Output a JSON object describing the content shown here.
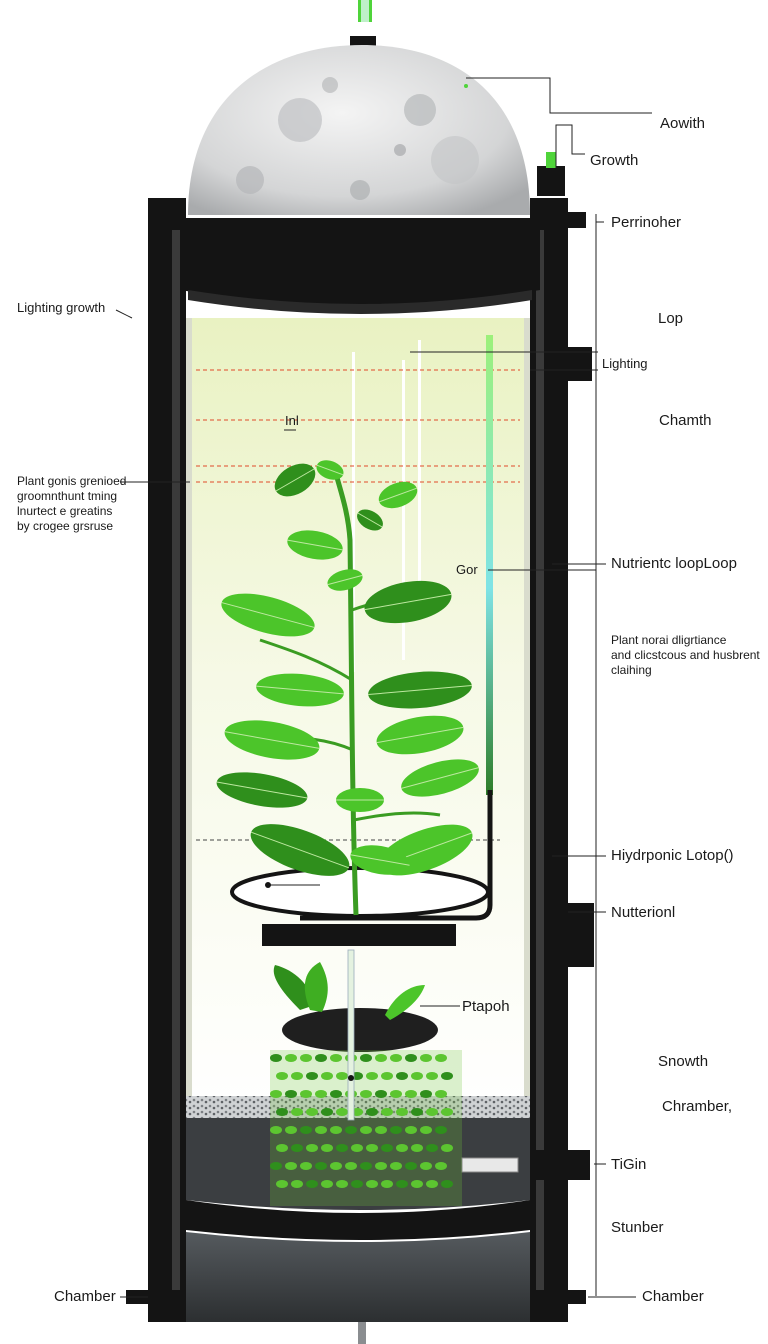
{
  "labels": {
    "top_right_1": "Aowith",
    "top_right_2": "Growth",
    "perimeter": "Perrinoher",
    "left_lighting": "Lighting growth",
    "loop": "Lop",
    "lighting": "Lighting",
    "inner": "Inl",
    "chamber_top": "Chamth",
    "plant_left_block": "Plant gonis grenioed\ngroomnthunt tming\nlnurtect e greatins\nby crogee grsruse",
    "gor": "Gor",
    "nutrient_loop": "Nutrientc loopLoop",
    "plant_right_block": "Plant norai dligrtiance\nand clicstcous and husbrent\nclaihing",
    "hydroponic": "Hiydrponic Lotop()",
    "nutrient": "Nutterionl",
    "ptapoh": "Ptapoh",
    "snowth": "Snowth",
    "chamber_mid": "Chramber,",
    "tigin": "TiGin",
    "stunber": "Stunber",
    "chamber_bottom_left": "Chamber",
    "chamber_bottom_right": "Chamber"
  },
  "colors": {
    "frame": "#141414",
    "glow_top": "#eef5cf",
    "glow_bottom": "#ffffff",
    "leaf": "#4cc52a",
    "leaf_dark": "#2f8f1c",
    "stem": "#3a9c22",
    "accent_green": "#4fd43a",
    "accent_cyan": "#7fe3e6",
    "dashed_red": "#e04a2a",
    "moon": "#d9dadb",
    "soil": "#1f1f1f",
    "reservoir": "#3b3e41"
  },
  "icons": [
    "moon-dome",
    "plant",
    "seedlings-tray",
    "soil-pot",
    "nutrient-pipe"
  ]
}
